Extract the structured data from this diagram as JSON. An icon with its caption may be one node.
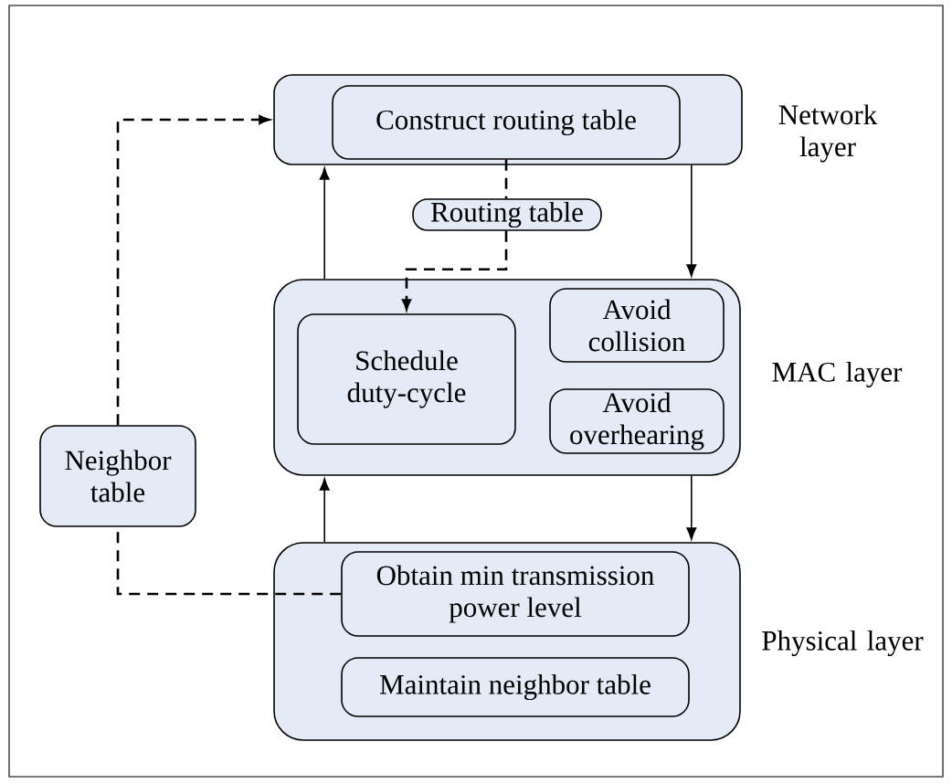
{
  "diagram": {
    "nodes": [
      {
        "text": [
          "Network layer"
        ]
      },
      {
        "text": [
          "Construct routing table"
        ],
        "in": 0
      },
      {
        "text": [
          "Routing table"
        ]
      },
      {
        "text": [
          "MAC layer"
        ]
      },
      {
        "text": [
          "Schedule duty-cycle"
        ],
        "in": 3
      },
      {
        "text": [
          "Avoid collision"
        ],
        "in": 3
      },
      {
        "text": [
          "Avoid overhearing"
        ],
        "in": 3
      },
      {
        "text": [
          "Neighbor table"
        ]
      },
      {
        "text": [
          "Physical layer"
        ]
      },
      {
        "text": [
          "Obtain min transmission power level"
        ],
        "in": 8
      },
      {
        "text": [
          "Maintain neighbor table"
        ],
        "in": 8
      }
    ],
    "edges": [
      {
        "from": 3,
        "to": 0,
        "arrow": "to"
      },
      {
        "from": 0,
        "to": 3,
        "arrow": "to"
      },
      {
        "from": 3,
        "to": 8,
        "arrow": "to"
      },
      {
        "from": 8,
        "to": 3,
        "arrow": "to"
      },
      {
        "from": 1,
        "to": 2,
        "arrow": "none",
        "style": "dashed"
      },
      {
        "from": 2,
        "to": 4,
        "arrow": "to",
        "style": "dashed"
      },
      {
        "from": 9,
        "to": 7,
        "arrow": "none",
        "style": "dashed"
      },
      {
        "from": 7,
        "to": 0,
        "arrow": "to",
        "style": "dashed"
      }
    ]
  }
}
